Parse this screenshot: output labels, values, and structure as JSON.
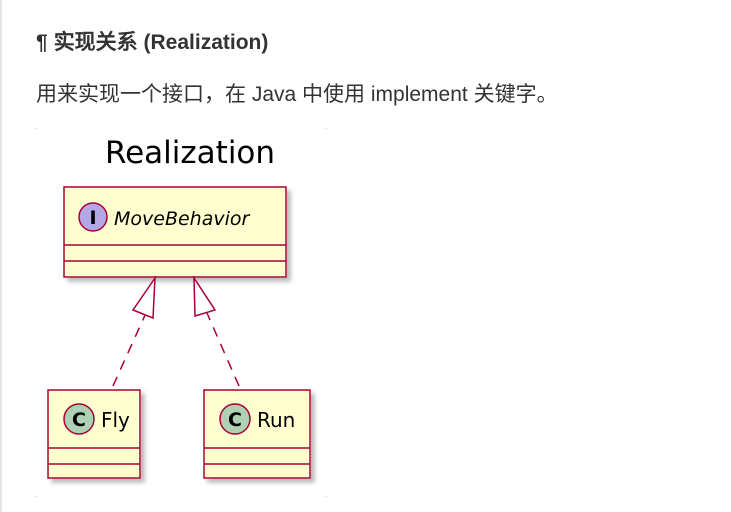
{
  "section": {
    "anchor_symbol": "¶",
    "heading": "实现关系 (Realization)",
    "description": "用来实现一个接口，在 Java 中使用 implement 关键字。"
  },
  "diagram": {
    "title": "Realization",
    "interface": {
      "stereotype_letter": "I",
      "name": "MoveBehavior"
    },
    "classes": [
      {
        "stereotype_letter": "C",
        "name": "Fly"
      },
      {
        "stereotype_letter": "C",
        "name": "Run"
      }
    ],
    "colors": {
      "box_fill": "#fefece",
      "box_border": "#a80036",
      "interface_circle": "#b4a7e5",
      "class_circle": "#add1b2",
      "shadow": "#c8c8c8"
    }
  }
}
